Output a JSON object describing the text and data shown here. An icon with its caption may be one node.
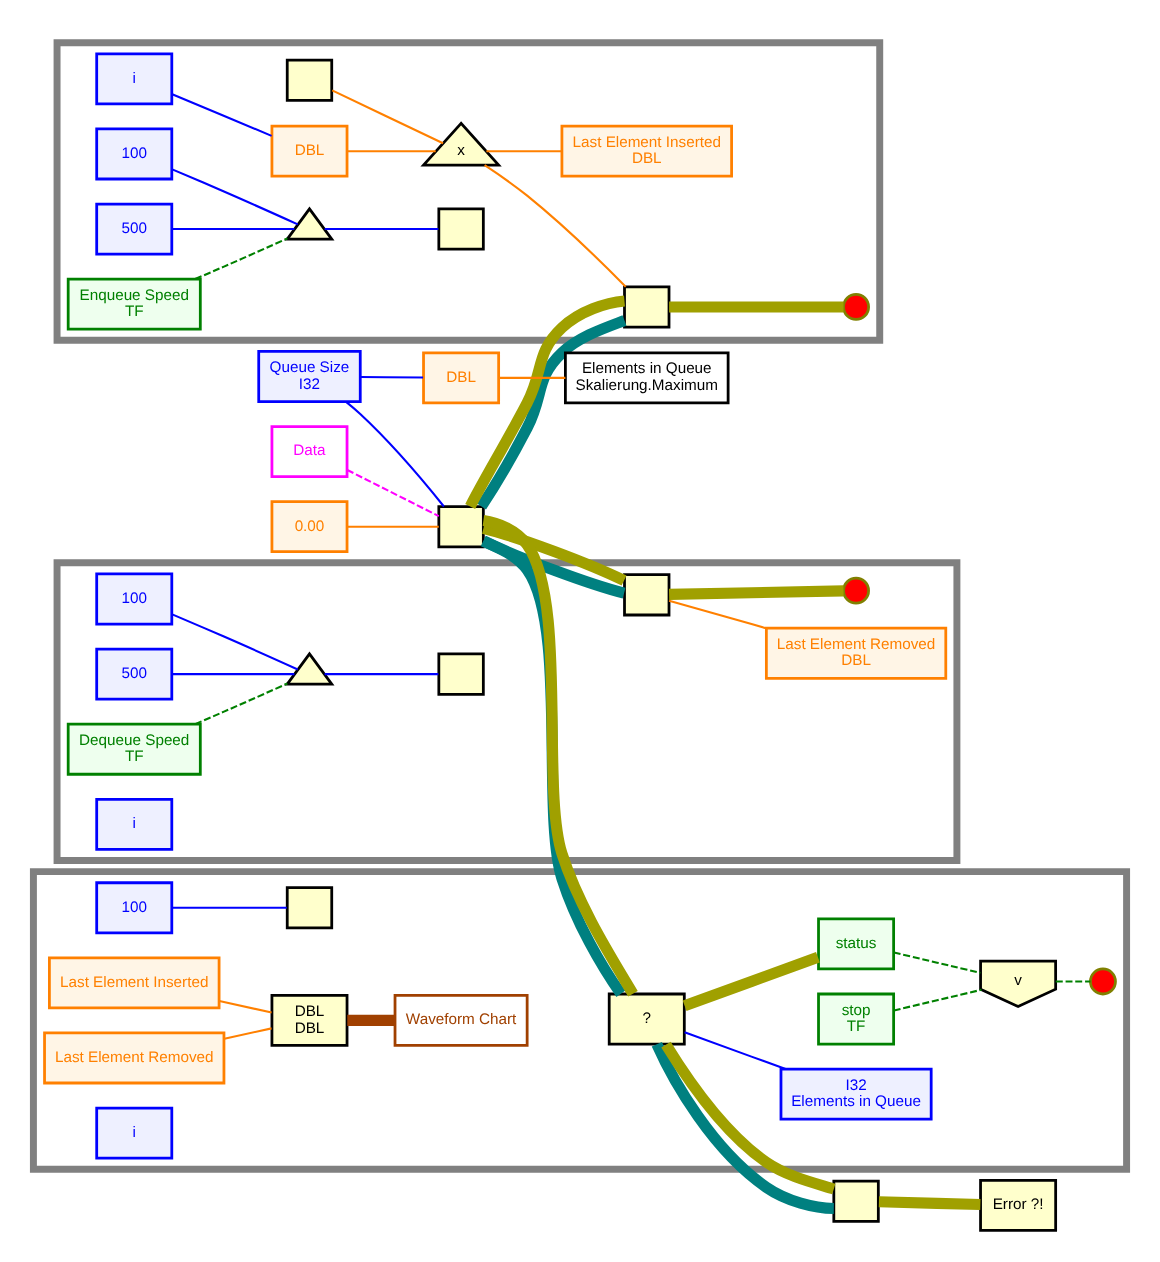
{
  "diagram": {
    "nodes": [
      {
        "text": [
          "Queue Size",
          "I32"
        ]
      },
      {
        "text": [
          "Data"
        ]
      },
      {
        "text": [
          "0.00"
        ]
      },
      {
        "text": [],
        "shape": "box"
      },
      {
        "text": [
          "DBL"
        ]
      },
      {
        "text": [
          "Elements in Queue",
          "Skalierung.Maximum"
        ]
      },
      {
        "text": [],
        "shape": "box"
      },
      {
        "text": [],
        "shape": "box",
        "in": 6
      },
      {
        "text": [
          "i"
        ],
        "in": 6
      },
      {
        "text": [
          "DBL"
        ],
        "in": 6
      },
      {
        "text": [
          "x"
        ],
        "in": 6
      },
      {
        "text": [
          "Last Element Inserted",
          "DBL"
        ],
        "in": 6
      },
      {
        "text": [],
        "shape": "box",
        "in": 6
      },
      {
        "text": [],
        "shape": "circle",
        "in": 6
      },
      {
        "text": [
          "Enqueue Speed",
          "TF"
        ],
        "in": 6
      },
      {
        "text": [
          "100"
        ],
        "in": 6
      },
      {
        "text": [
          "500"
        ],
        "in": 6
      },
      {
        "text": [],
        "shape": "triangle",
        "in": 6
      },
      {
        "text": [],
        "shape": "box",
        "in": 6
      },
      {
        "text": [],
        "shape": "box"
      },
      {
        "text": [],
        "shape": "box",
        "in": 19
      },
      {
        "text": [
          "Last Element Removed",
          "DBL"
        ],
        "in": 19
      },
      {
        "text": [],
        "shape": "circle",
        "in": 19
      },
      {
        "text": [
          "Dequeue Speed",
          "TF"
        ],
        "in": 19
      },
      {
        "text": [
          "100"
        ],
        "in": 19
      },
      {
        "text": [
          "500"
        ],
        "in": 19
      },
      {
        "text": [],
        "shape": "triangle",
        "in": 19
      },
      {
        "text": [],
        "shape": "box",
        "in": 19
      },
      {
        "text": [
          "i"
        ],
        "in": 19
      },
      {
        "text": [],
        "shape": "box"
      },
      {
        "text": [
          "?"
        ],
        "in": 29
      },
      {
        "text": [
          "I32",
          "Elements in Queue"
        ],
        "in": 29
      },
      {
        "text": [
          "status"
        ],
        "in": 29
      },
      {
        "text": [
          "stop",
          "TF"
        ],
        "in": 29
      },
      {
        "text": [
          "v"
        ],
        "in": 29
      },
      {
        "text": [],
        "shape": "circle",
        "in": 29
      },
      {
        "text": [
          "100"
        ],
        "in": 29
      },
      {
        "text": [],
        "shape": "box",
        "in": 29
      },
      {
        "text": [
          "Last Element Inserted"
        ],
        "in": 29
      },
      {
        "text": [
          "Last Element Removed"
        ],
        "in": 29
      },
      {
        "text": [
          "DBL",
          "DBL"
        ],
        "in": 29
      },
      {
        "text": [
          "Waveform Chart"
        ],
        "in": 29
      },
      {
        "text": [
          "i"
        ],
        "in": 29
      },
      {
        "text": [],
        "shape": "box"
      },
      {
        "text": [
          "Error ?!"
        ]
      }
    ],
    "edges": [
      {
        "from": 0,
        "to": 3,
        "arrow": "none",
        "color": "#0000ff"
      },
      {
        "from": 0,
        "to": 4,
        "arrow": "none",
        "color": "#0000ff"
      },
      {
        "from": 4,
        "to": 5,
        "arrow": "none",
        "color": "#ff8000"
      },
      {
        "from": 1,
        "to": 3,
        "arrow": "none",
        "color": "#ff00ff",
        "style": "dashed"
      },
      {
        "from": 2,
        "to": 3,
        "arrow": "none",
        "color": "#ff8000"
      },
      {
        "from": 3,
        "to": 12,
        "arrow": "none",
        "color": "#008080",
        "style": "thick"
      },
      {
        "from": 3,
        "to": 20,
        "arrow": "none",
        "color": "#008080",
        "style": "thick"
      },
      {
        "from": 3,
        "to": 30,
        "arrow": "none",
        "color": "#008080",
        "style": "thick"
      },
      {
        "from": 30,
        "to": 43,
        "arrow": "none",
        "color": "#008080",
        "style": "thick"
      },
      {
        "from": 3,
        "to": 12,
        "arrow": "none",
        "color": "#a0a000",
        "style": "thick"
      },
      {
        "from": 3,
        "to": 20,
        "arrow": "none",
        "color": "#a0a000",
        "style": "thick"
      },
      {
        "from": 3,
        "to": 30,
        "arrow": "none",
        "color": "#a0a000",
        "style": "thick"
      },
      {
        "from": 12,
        "to": 13,
        "arrow": "none",
        "color": "#a0a000",
        "style": "thick"
      },
      {
        "from": 20,
        "to": 22,
        "arrow": "none",
        "color": "#a0a000",
        "style": "thick"
      },
      {
        "from": 30,
        "to": 32,
        "arrow": "none",
        "color": "#a0a000",
        "style": "thick"
      },
      {
        "from": 30,
        "to": 43,
        "arrow": "none",
        "color": "#a0a000",
        "style": "thick"
      },
      {
        "from": 43,
        "to": 44,
        "arrow": "none",
        "color": "#a0a000",
        "style": "thick"
      },
      {
        "from": 7,
        "to": 10,
        "arrow": "none",
        "color": "#ff8000"
      },
      {
        "from": 8,
        "to": 9,
        "arrow": "none",
        "color": "#0000ff"
      },
      {
        "from": 9,
        "to": 10,
        "arrow": "none",
        "color": "#ff8000"
      },
      {
        "from": 10,
        "to": 11,
        "arrow": "none",
        "color": "#ff8000"
      },
      {
        "from": 10,
        "to": 12,
        "arrow": "none",
        "color": "#ff8000"
      },
      {
        "from": 14,
        "to": 17,
        "arrow": "none",
        "color": "#008000",
        "style": "dashed"
      },
      {
        "from": 15,
        "to": 17,
        "arrow": "none",
        "color": "#0000ff"
      },
      {
        "from": 16,
        "to": 17,
        "arrow": "none",
        "color": "#0000ff"
      },
      {
        "from": 17,
        "to": 18,
        "arrow": "none",
        "color": "#0000ff"
      },
      {
        "from": 20,
        "to": 21,
        "arrow": "none",
        "color": "#ff8000"
      },
      {
        "from": 23,
        "to": 26,
        "arrow": "none",
        "color": "#008000",
        "style": "dashed"
      },
      {
        "from": 24,
        "to": 26,
        "arrow": "none",
        "color": "#0000ff"
      },
      {
        "from": 25,
        "to": 26,
        "arrow": "none",
        "color": "#0000ff"
      },
      {
        "from": 26,
        "to": 27,
        "arrow": "none",
        "color": "#0000ff"
      },
      {
        "from": 30,
        "to": 31,
        "arrow": "none",
        "color": "#0000ff"
      },
      {
        "from": 32,
        "to": 34,
        "arrow": "none",
        "color": "#008000",
        "style": "dashed"
      },
      {
        "from": 33,
        "to": 34,
        "arrow": "none",
        "color": "#008000",
        "style": "dashed"
      },
      {
        "from": 34,
        "to": 35,
        "arrow": "none",
        "color": "#008000",
        "style": "dashed"
      },
      {
        "from": 36,
        "to": 37,
        "arrow": "none",
        "color": "#0000ff"
      },
      {
        "from": 38,
        "to": 40,
        "arrow": "none",
        "color": "#ff8000"
      },
      {
        "from": 39,
        "to": 40,
        "arrow": "none",
        "color": "#ff8000"
      },
      {
        "from": 40,
        "to": 41,
        "arrow": "none",
        "color": "#a04000",
        "style": "thick"
      }
    ]
  }
}
